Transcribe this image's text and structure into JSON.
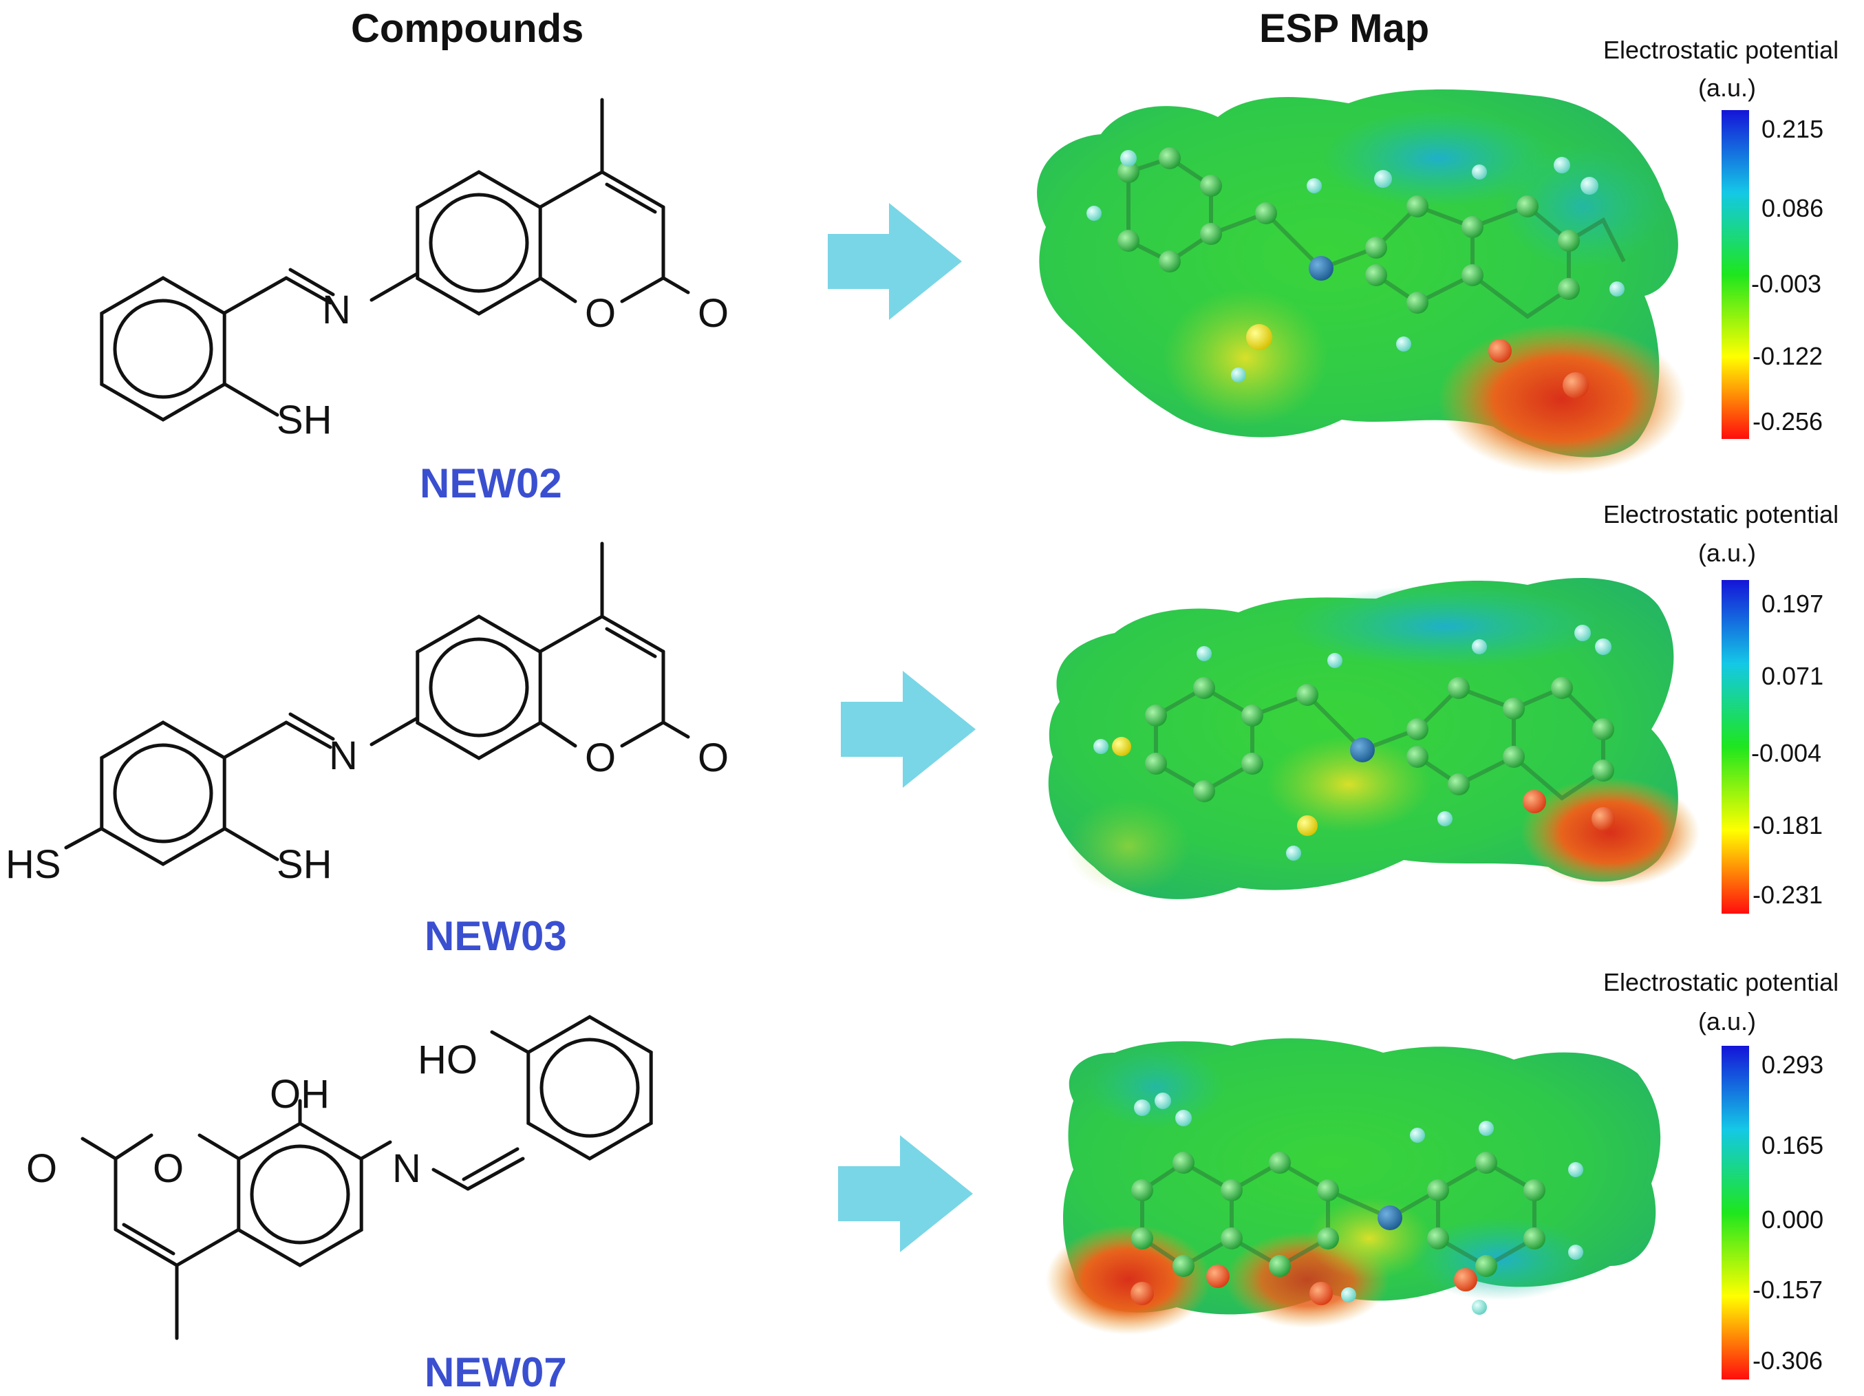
{
  "headers": {
    "compounds": "Compounds",
    "esp_map": "ESP Map"
  },
  "compounds": [
    {
      "name": "NEW02",
      "labels": [
        "N",
        "O",
        "O",
        "SH"
      ]
    },
    {
      "name": "NEW03",
      "labels": [
        "N",
        "O",
        "O",
        "SH",
        "HS"
      ]
    },
    {
      "name": "NEW07",
      "labels": [
        "OH",
        "HO",
        "N",
        "O",
        "O"
      ]
    }
  ],
  "colorbars": [
    {
      "title_line1": "Electrostatic potential",
      "title_line2": "(a.u.)",
      "ticks": [
        "0.215",
        "0.086",
        "-0.003",
        "-0.122",
        "-0.256"
      ]
    },
    {
      "title_line1": "Electrostatic potential",
      "title_line2": "(a.u.)",
      "ticks": [
        "0.197",
        "0.071",
        "-0.004",
        "-0.181",
        "-0.231"
      ]
    },
    {
      "title_line1": "Electrostatic potential",
      "title_line2": "(a.u.)",
      "ticks": [
        "0.293",
        "0.165",
        "0.000",
        "-0.157",
        "-0.306"
      ]
    }
  ],
  "colors": {
    "arrow": "#79d6e6",
    "compound_name": "#3a4fd0",
    "map_green": "#2fd23c",
    "map_red": "#e0401e",
    "map_blue": "#1c4fd8"
  }
}
